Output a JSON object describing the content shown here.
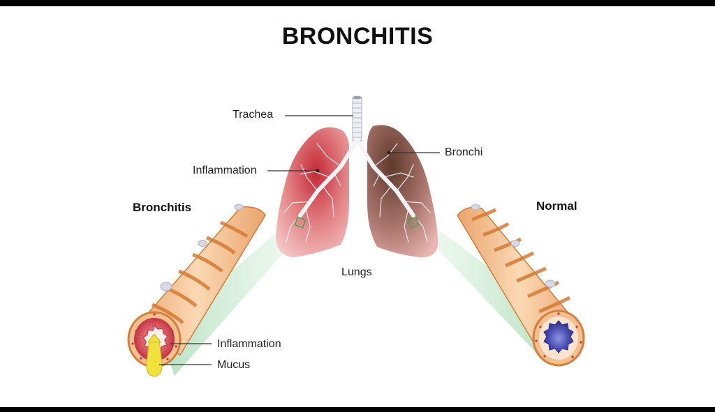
{
  "title": "BRONCHITIS",
  "labels": {
    "trachea": "Trachea",
    "bronchi": "Bronchi",
    "inflammation_lung": "Inflammation",
    "lungs": "Lungs",
    "inflammation_airway": "Inflammation",
    "mucus": "Mucus"
  },
  "sections": {
    "left": "Bronchitis",
    "right": "Normal"
  },
  "colors": {
    "inflamed_lung": "#c8434a",
    "normal_lung": "#7a5040",
    "airway_outer": "#f2b98a",
    "airway_ring": "#d9823f",
    "normal_lumen": "#4a4fb3",
    "mucus": "#f0e23a",
    "zoom_cone": "#b9e3c0"
  }
}
